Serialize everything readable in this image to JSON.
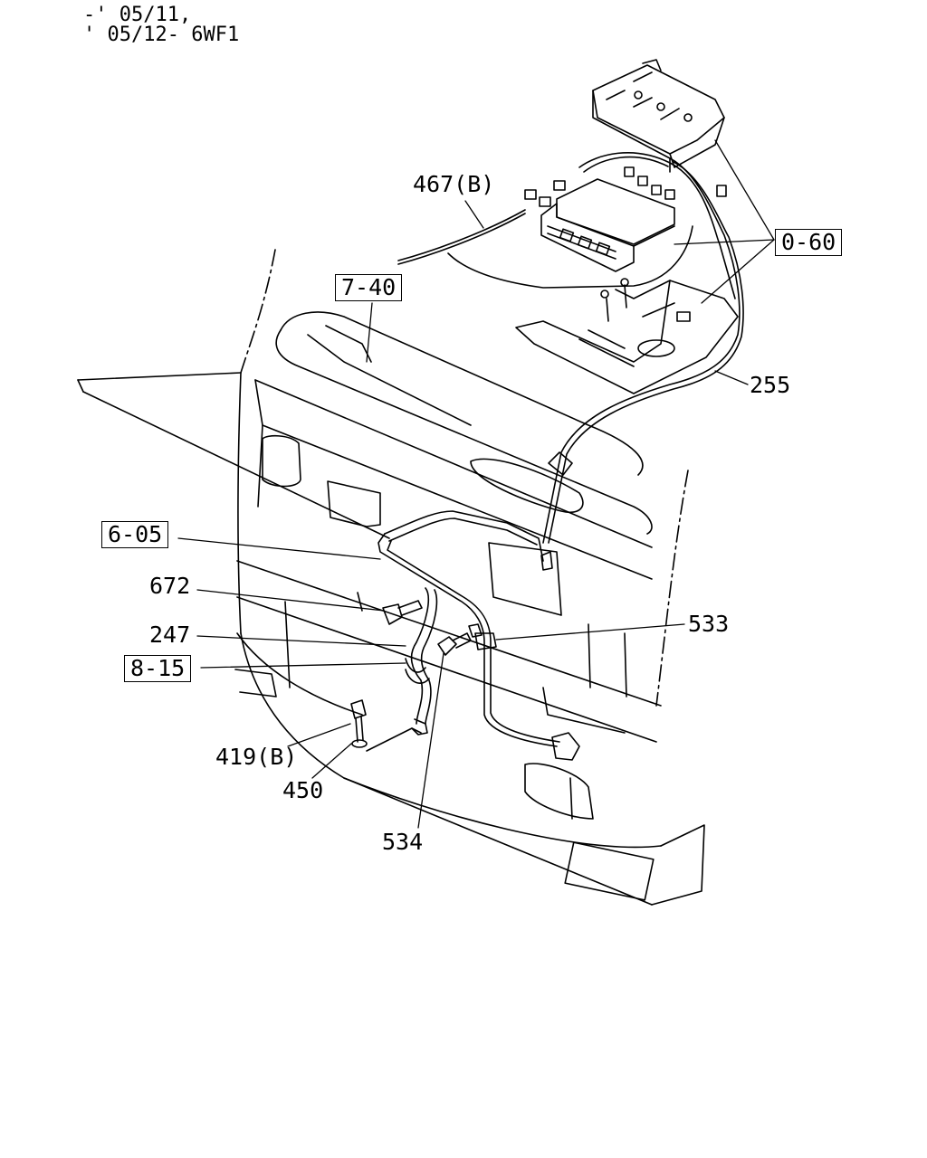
{
  "header": {
    "line1": "-' 05/11,",
    "line2": "' 05/12- 6WF1"
  },
  "callouts": {
    "c467B": "467(B)",
    "c060": "0-60",
    "c740": "7-40",
    "c255": "255",
    "c605": "6-05",
    "c672": "672",
    "c533": "533",
    "c247": "247",
    "c815": "8-15",
    "c419B": "419(B)",
    "c450": "450",
    "c534": "534"
  }
}
